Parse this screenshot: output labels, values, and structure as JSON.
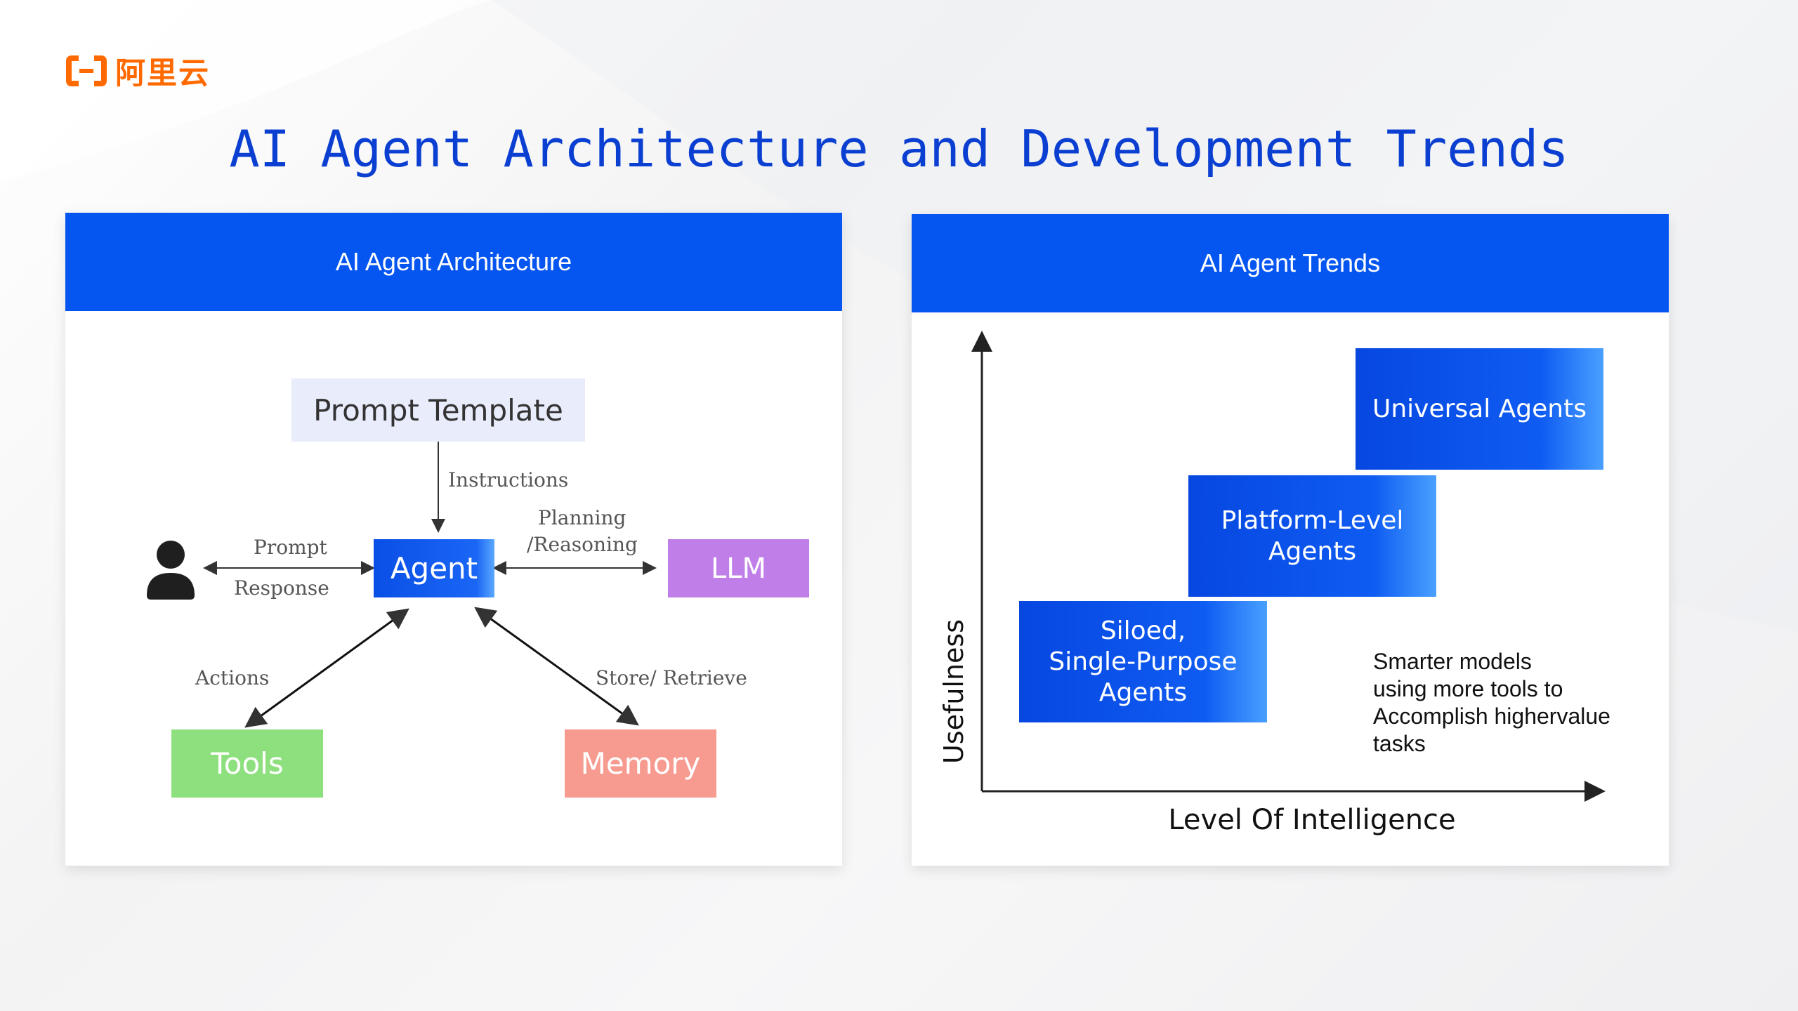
{
  "brand": {
    "name": "阿里云",
    "color": "#ff6a00"
  },
  "title": "AI Agent Architecture and Development Trends",
  "architecture": {
    "header": "AI Agent Architecture",
    "nodes": {
      "prompt_template": "Prompt Template",
      "agent": "Agent",
      "llm": "LLM",
      "tools": "Tools",
      "memory": "Memory",
      "user_icon": "user-icon"
    },
    "edge_labels": {
      "instructions": "Instructions",
      "planning": "Planning",
      "reasoning": "/Reasoning",
      "prompt": "Prompt",
      "response": "Response",
      "actions": "Actions",
      "store_retrieve": "Store/ Retrieve"
    },
    "colors": {
      "header": "#0556f0",
      "prompt_template": "#e9ecfb",
      "agent": "#0a55e8",
      "llm": "#c07fe8",
      "tools": "#8ee07e",
      "memory": "#f79a8f"
    }
  },
  "trends": {
    "header": "AI Agent Trends",
    "x_axis_label": "Level Of Intelligence",
    "y_axis_label": "Usefulness",
    "stages": [
      {
        "line1": "Siloed,",
        "line2": "Single-Purpose",
        "line3": "Agents"
      },
      {
        "line1": "Platform-Level",
        "line2": "Agents"
      },
      {
        "line1": "Universal Agents"
      }
    ],
    "note": {
      "line1": "Smarter models",
      "line2": "using more tools to",
      "line3": "Accomplish highervalue",
      "line4": "tasks"
    }
  }
}
